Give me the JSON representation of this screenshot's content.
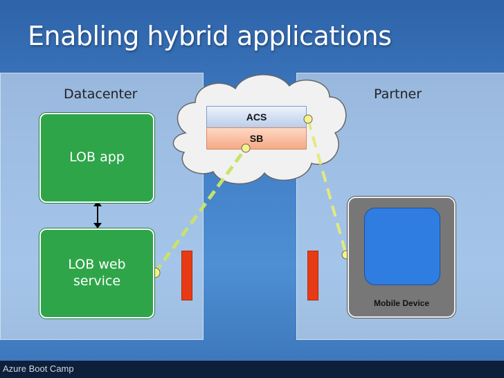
{
  "title": "Enabling hybrid applications",
  "regions": {
    "datacenter": "Datacenter",
    "partner": "Partner"
  },
  "boxes": {
    "lob_app": "LOB app",
    "lob_web_service_line1": "LOB web",
    "lob_web_service_line2": "service"
  },
  "cloud": {
    "acs": "ACS",
    "sb": "SB"
  },
  "mobile_device": "Mobile Device",
  "footer": "Azure Boot Camp",
  "colors": {
    "green_box": "#2fa54a",
    "red_bar": "#e63b14",
    "acs_fill": "#c9d9ef",
    "sb_fill": "#f9b997",
    "connector_dash": "#c9e26a",
    "mobile_body": "#777777",
    "mobile_screen": "#2f7de0"
  }
}
